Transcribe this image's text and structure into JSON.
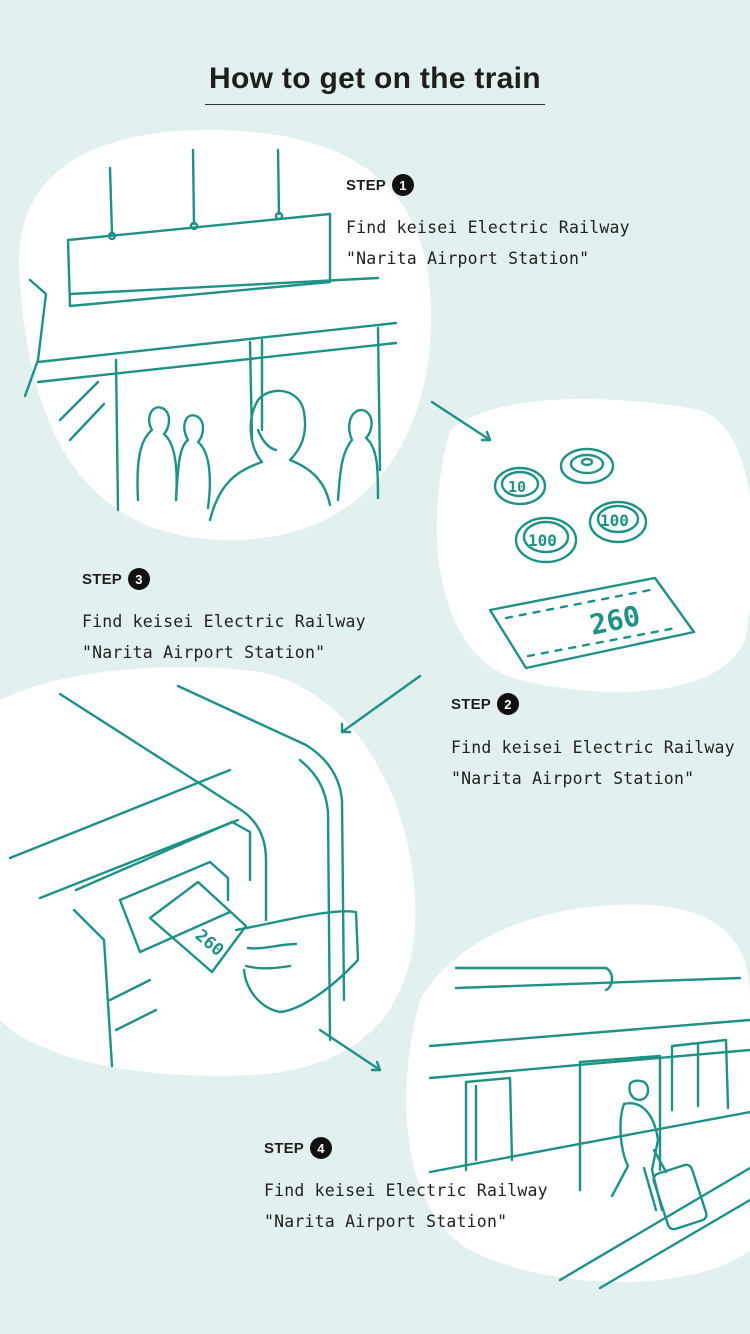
{
  "title": "How to get on the train",
  "steps": [
    {
      "label": "STEP",
      "number": "1",
      "line1": "Find keisei Electric Railway",
      "line2": "\"Narita Airport Station\""
    },
    {
      "label": "STEP",
      "number": "2",
      "line1": "Find keisei Electric Railway",
      "line2": "\"Narita Airport Station\""
    },
    {
      "label": "STEP",
      "number": "3",
      "line1": "Find keisei Electric Railway",
      "line2": "\"Narita Airport Station\""
    },
    {
      "label": "STEP",
      "number": "4",
      "line1": "Find keisei Electric Railway",
      "line2": "\"Narita Airport Station\""
    }
  ],
  "ticket_fare": "260",
  "coin_values": [
    "10",
    "100",
    "100"
  ],
  "colors": {
    "background": "#e3f0f0",
    "ink": "#1f9187",
    "blob": "#ffffff"
  }
}
